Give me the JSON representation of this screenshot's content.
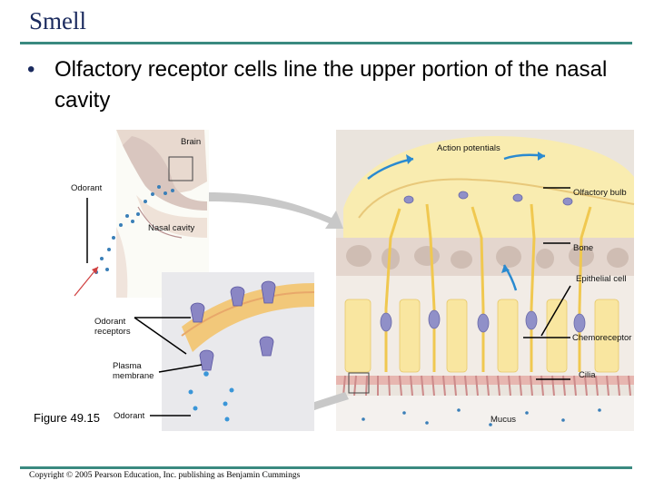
{
  "title": "Smell",
  "bullet": "Olfactory receptor cells line the upper portion of the nasal cavity",
  "figure_label": "Figure 49.15",
  "copyright": "Copyright © 2005 Pearson Education, Inc. publishing as Benjamin Cummings",
  "labels": {
    "brain": "Brain",
    "action_potentials": "Action potentials",
    "odorant_top": "Odorant",
    "olfactory_bulb": "Olfactory bulb",
    "nasal_cavity": "Nasal cavity",
    "bone": "Bone",
    "epithelial_cell": "Epithelial cell",
    "odorant_receptors": "Odorant\nreceptors",
    "chemoreceptor": "Chemoreceptor",
    "plasma_membrane": "Plasma\nmembrane",
    "cilia": "Cilia",
    "odorant_bottom": "Odorant",
    "mucus": "Mucus"
  }
}
